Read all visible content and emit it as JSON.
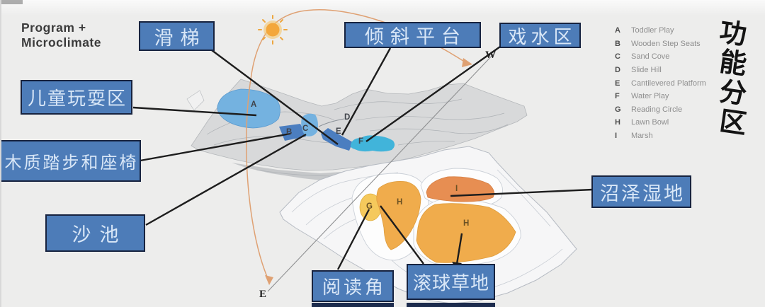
{
  "program_title": {
    "line1": "Program +",
    "line2": "Microclimate"
  },
  "side_title": {
    "text": "功能分区",
    "chars": [
      "功",
      "能",
      "分",
      "区"
    ]
  },
  "labels": {
    "slide": "滑梯",
    "tilted_platform": "倾斜平台",
    "water_play_area": "戏水区",
    "children_play_area": "儿童玩耍区",
    "wooden_steps_and_seats": "木质踏步和座椅",
    "sand_pool": "沙池",
    "marsh_wetland": "沼泽湿地",
    "reading_corner": "阅读角",
    "lawn_bowling_green": "滚球草地"
  },
  "legend": {
    "items": [
      {
        "key": "A",
        "label": "Toddler Play"
      },
      {
        "key": "B",
        "label": "Wooden Step Seats"
      },
      {
        "key": "C",
        "label": "Sand Cove"
      },
      {
        "key": "D",
        "label": "Slide Hill"
      },
      {
        "key": "E",
        "label": "Cantilevered Platform"
      },
      {
        "key": "F",
        "label": "Water Play"
      },
      {
        "key": "G",
        "label": "Reading Circle"
      },
      {
        "key": "H",
        "label": "Lawn Bowl"
      },
      {
        "key": "I",
        "label": "Marsh"
      }
    ]
  },
  "plan": {
    "markers": {
      "a": "A",
      "b": "B",
      "c": "C",
      "d": "D",
      "e": "E",
      "f": "F",
      "g": "G",
      "h1": "H",
      "i": "I",
      "h2": "H",
      "west": "W",
      "east": "E"
    }
  },
  "colors": {
    "box_bg": "#4d7cb8",
    "box_border": "#17233f",
    "box_text": "#d9e7f7",
    "zone_light_blue": "#74b2e0",
    "zone_mid_blue": "#4b7ec0",
    "zone_cyan": "#41b4da",
    "zone_yellow": "#f5c95c",
    "zone_orange": "#f0ac4c",
    "zone_deep_orange": "#e78e52",
    "sun": "#f3a73c",
    "sun_glow": "#f6c262",
    "sun_path": "#dfa173",
    "leader_line": "#1d1d1d",
    "terrain_upper": "#d8d9da",
    "terrain_lower": "#f6f6f7"
  }
}
